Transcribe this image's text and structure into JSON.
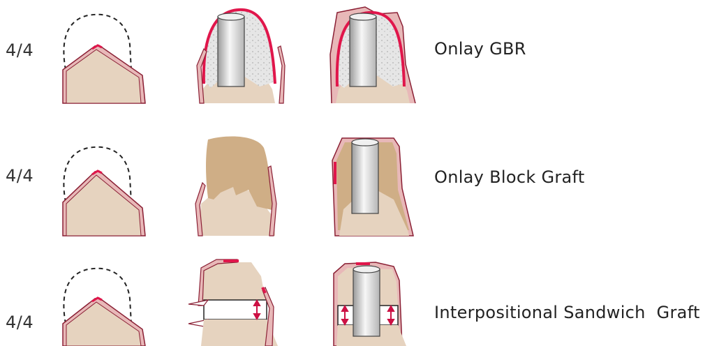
{
  "colors": {
    "bone": "#e6d3bf",
    "block_graft": "#cfae86",
    "gingiva_outline": "#8a1f34",
    "gingiva_fill": "#e8b8b8",
    "membrane": "#e0164b",
    "particulate": "#e2e2e2",
    "implant_light": "#f7f7f7",
    "implant_shade": "#9a9a9a",
    "arrow": "#cc1144"
  },
  "rows": [
    {
      "label": "4/4",
      "technique": "Onlay GBR"
    },
    {
      "label": "4/4",
      "technique": "Onlay Block Graft"
    },
    {
      "label": "4/4",
      "technique": "Interpositional Sandwich  Graft"
    }
  ]
}
